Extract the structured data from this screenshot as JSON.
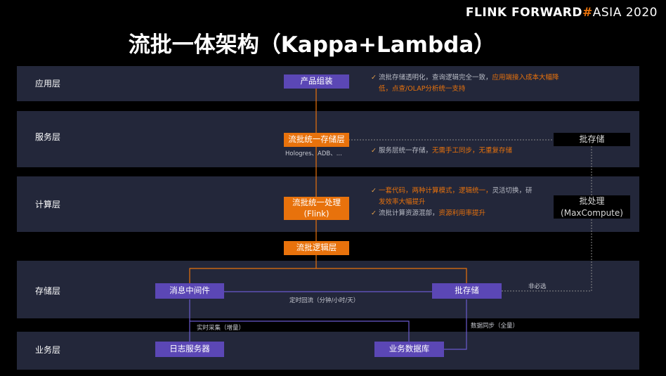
{
  "brand": {
    "prefix": "FLINK FORWARD",
    "hash": "#",
    "suffix": "ASIA 2020"
  },
  "title": "流批一体架构（Kappa+Lambda）",
  "layers": {
    "app": "应用层",
    "service": "服务层",
    "compute": "计算层",
    "storage": "存储层",
    "business": "业务层"
  },
  "boxes": {
    "product": "产品组装",
    "unified_storage": "流批统一存储层",
    "unified_processing_1": "流批统一处理",
    "unified_processing_2": "(Flink)",
    "logic": "流批逻辑层",
    "batch_store_top": "批存储",
    "batch_proc_1": "批处理",
    "batch_proc_2": "(MaxCompute)",
    "mq": "消息中间件",
    "batch_store": "批存储",
    "log_server": "日志服务器",
    "biz_db": "业务数据库"
  },
  "labels": {
    "hologres": "Hologres、ADB、...",
    "timed_backflow": "定时回流（分钟/小时/天）",
    "realtime_collect": "实时采集（增量）",
    "data_sync": "数据同步（全量）",
    "optional": "非必选"
  },
  "notes": {
    "app_1a": "流批存储透明化，查询逻辑完全一致，",
    "app_1b": "应用端接入成本大幅降",
    "app_2a": "低，点查/OLAP分析统一支持",
    "svc_1a": "服务层统一存储，",
    "svc_1b": "无需手工同步，无重复存储",
    "cmp_1a": "一套代码，两种计算模式，逻辑统一，",
    "cmp_1b": "灵活切换，研",
    "cmp_2a": "发效率大幅提升",
    "cmp_3a": "流批计算资源混部，",
    "cmp_3b": "资源利用率提升"
  },
  "colors": {
    "band": "#23273a",
    "purple": "#5b47b5",
    "orange": "#e8720c",
    "line_purple": "#6a5acd",
    "line_orange": "#e8720c",
    "dashed": "#8a8a8a"
  }
}
